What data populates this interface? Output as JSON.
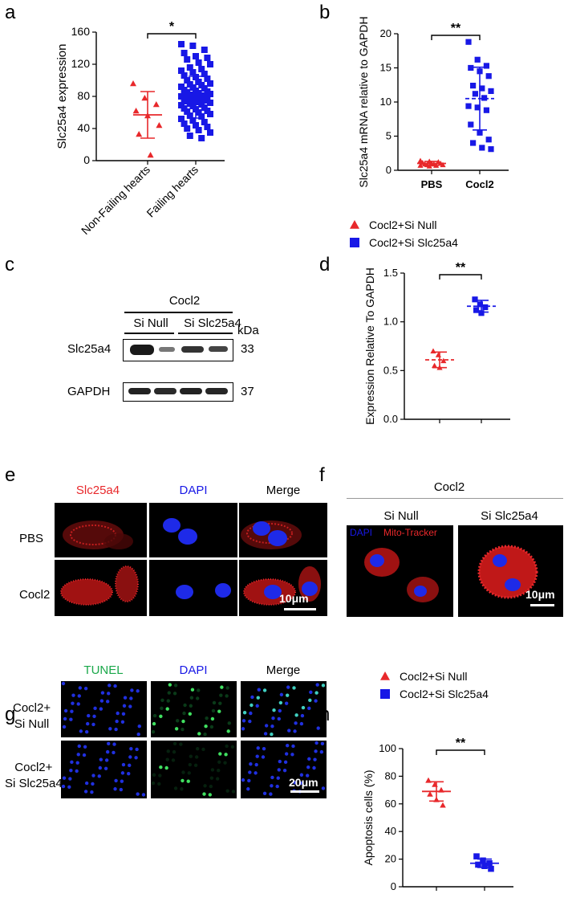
{
  "panels": {
    "a": "a",
    "b": "b",
    "c": "c",
    "d": "d",
    "e": "e",
    "f": "f",
    "g": "g",
    "h": "h"
  },
  "chart_data": [
    {
      "id": "a",
      "type": "scatter",
      "ylabel": "Slc25a4 expression",
      "categories": [
        "Non-Failing hearts",
        "Failing hearts"
      ],
      "ylim": [
        0,
        160
      ],
      "yticks": [
        0,
        40,
        80,
        120,
        160
      ],
      "significance": "*",
      "colors": [
        "#e8282b",
        "#1818e6"
      ],
      "markers": [
        "triangle",
        "square"
      ],
      "series": [
        {
          "values": [
            96,
            78,
            70,
            62,
            56,
            44,
            33,
            7
          ],
          "mean": 57,
          "sd": 29
        },
        {
          "values": [
            145,
            143,
            138,
            134,
            130,
            128,
            126,
            122,
            120,
            116,
            114,
            112,
            110,
            108,
            106,
            104,
            102,
            100,
            98,
            96,
            95,
            94,
            92,
            91,
            90,
            88,
            87,
            86,
            85,
            84,
            83,
            82,
            81,
            80,
            79,
            78,
            77,
            76,
            75,
            74,
            73,
            72,
            71,
            70,
            69,
            68,
            66,
            65,
            64,
            62,
            61,
            60,
            58,
            56,
            55,
            52,
            50,
            48,
            46,
            44,
            42,
            40,
            38,
            35,
            31,
            28
          ],
          "mean": 79,
          "sd": 26
        }
      ]
    },
    {
      "id": "b",
      "type": "scatter",
      "ylabel": "Slc25a4 mRNA relative to GAPDH",
      "categories": [
        "PBS",
        "Cocl2"
      ],
      "ylim": [
        0,
        20
      ],
      "yticks": [
        0,
        5,
        10,
        15,
        20
      ],
      "significance": "**",
      "colors": [
        "#e8282b",
        "#1818e6"
      ],
      "markers": [
        "triangle",
        "square"
      ],
      "series": [
        {
          "values": [
            1.4,
            1.3,
            1.2,
            1.1,
            1.0,
            1.0,
            0.9,
            0.9,
            0.8,
            0.8,
            0.7,
            0.7,
            0.6,
            1.2
          ],
          "mean": 1.0,
          "sd": 0.3
        },
        {
          "values": [
            18.8,
            16.2,
            15.3,
            15.0,
            14.5,
            13.8,
            12.4,
            12.0,
            11.6,
            11.2,
            10.6,
            9.4,
            9.2,
            8.8,
            6.7,
            5.5,
            4.5,
            4.0,
            3.3,
            3.1
          ],
          "mean": 10.5,
          "sd": 4.6
        }
      ]
    },
    {
      "id": "d",
      "type": "scatter",
      "ylabel": "Expression Relative To GAPDH",
      "ylim": [
        0,
        1.5
      ],
      "yticks": [
        "0.0",
        "0.5",
        "1.0",
        "1.5"
      ],
      "significance": "**",
      "legend": [
        "Cocl2+Si Null",
        "Cocl2+Si Slc25a4"
      ],
      "colors": [
        "#e8282b",
        "#1818e6"
      ],
      "markers": [
        "triangle",
        "square"
      ],
      "series": [
        {
          "values": [
            0.7,
            0.66,
            0.6,
            0.55,
            0.53
          ],
          "mean": 0.61,
          "sd": 0.08
        },
        {
          "values": [
            1.23,
            1.18,
            1.15,
            1.12,
            1.09
          ],
          "mean": 1.16,
          "sd": 0.06
        }
      ]
    },
    {
      "id": "h",
      "type": "scatter",
      "ylabel": "Apoptosis cells (%)",
      "ylim": [
        0,
        100
      ],
      "yticks": [
        0,
        20,
        40,
        60,
        80,
        100
      ],
      "significance": "**",
      "legend": [
        "Cocl2+Si Null",
        "Cocl2+Si Slc25a4"
      ],
      "colors": [
        "#e8282b",
        "#1818e6"
      ],
      "markers": [
        "triangle",
        "square"
      ],
      "series": [
        {
          "values": [
            77,
            74,
            70,
            67,
            63,
            59
          ],
          "mean": 69,
          "sd": 7
        },
        {
          "values": [
            22,
            19,
            17,
            16,
            15,
            13
          ],
          "mean": 17,
          "sd": 3
        }
      ]
    }
  ],
  "blot": {
    "treatment": "Cocl2",
    "lanes": [
      "Si Null",
      "Si Slc25a4"
    ],
    "kda_label": "kDa",
    "rows": [
      {
        "protein": "Slc25a4",
        "kda": "33"
      },
      {
        "protein": "GAPDH",
        "kda": "37"
      }
    ]
  },
  "panel_e": {
    "columns": [
      "Slc25a4",
      "DAPI",
      "Merge"
    ],
    "column_colors": [
      "#e8282b",
      "#1818e6",
      "#000000"
    ],
    "rows": [
      "PBS",
      "Cocl2"
    ],
    "scale": "10μm"
  },
  "panel_f": {
    "treatment": "Cocl2",
    "columns": [
      "Si Null",
      "Si Slc25a4"
    ],
    "stain_dapi": "DAPI",
    "stain_mito": "Mito-Tracker",
    "scale": "10μm"
  },
  "panel_g": {
    "columns": [
      "TUNEL",
      "DAPI",
      "Merge"
    ],
    "column_colors": [
      "#1aa84a",
      "#1818e6",
      "#000000"
    ],
    "rows": [
      {
        "line1": "Cocl2+",
        "line2": "Si Null"
      },
      {
        "line1": "Cocl2+",
        "line2": "Si Slc25a4"
      }
    ],
    "scale": "20μm"
  }
}
